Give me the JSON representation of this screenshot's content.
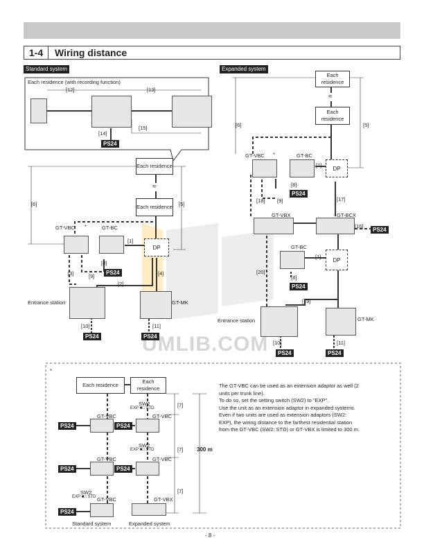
{
  "section": {
    "number": "1-4",
    "title": "Wiring distance"
  },
  "standard": {
    "tag": "Standard system",
    "inset_title": "Each residence (with recording function)",
    "residence_a": "Each residence",
    "residence_b": "Each residence",
    "gt_vbc": "GT-VBC",
    "gt_bc": "GT-BC",
    "dp": "DP",
    "gt_mk": "GT-MK",
    "entrance": "Entrance station",
    "star": "*",
    "dims": {
      "d12": "[12]",
      "d13": "[13]",
      "d14": "[14]",
      "d15": "[15]",
      "d6": "[6]",
      "d5": "[5]",
      "d1": "[1]",
      "d3": "[3]",
      "d8": "[8]",
      "d9": "[9]",
      "d2": "[2]",
      "d4": "[4]",
      "d10": "[10]",
      "d11": "[11]"
    }
  },
  "expanded": {
    "tag": "Expanded system",
    "residence_a": "Each residence",
    "residence_b": "Each residence",
    "gt_vbc": "GT-VBC",
    "gt_bc1": "GT-BC",
    "gt_bc2": "GT-BC",
    "gt_vbx": "GT-VBX",
    "gt_bcx": "GT-BCX",
    "dp1": "DP",
    "dp2": "DP",
    "gt_mk": "GT-MK",
    "entrance": "Entrance station",
    "star": "*",
    "dims": {
      "d6": "[6]",
      "d5": "[5]",
      "d1a": "[1]",
      "d8a": "[8]",
      "d9": "[9]",
      "d18": "[18]",
      "d17": "[17]",
      "d16": "[16]",
      "d1b": "[1]",
      "d8b": "[8]",
      "d20": "[20]",
      "d19": "[19]",
      "d10": "[10]",
      "d11": "[11]"
    }
  },
  "ps24": "PS24",
  "watermark": "UMLIB.COM",
  "note_box": {
    "star": "*",
    "residence_a": "Each residence",
    "residence_b": "Each residence",
    "sw2": "SW2",
    "exp_std": "EXP ■□ STD",
    "gt_vbc": "GT-VBC",
    "gt_vbx": "GT-VBX",
    "d7": "[7]",
    "distance": "300 m",
    "caption_std": "Standard system",
    "caption_exp": "Expanded system",
    "text": [
      "The GT-VBC can be used as an extension adaptor as well (2",
      "units per trunk line).",
      "To do so, set the setting switch (SW2) to \"EXP\".",
      "Use the unit as an extension adaptor in expanded systems.",
      "Even if two units are used as extension adaptors (SW2:",
      "EXP), the wiring distance to the farthest residential station",
      "from the GT-VBC (SW2: STD) or GT-VBX is limited to 300 m."
    ]
  },
  "page_number": "- 8 -"
}
